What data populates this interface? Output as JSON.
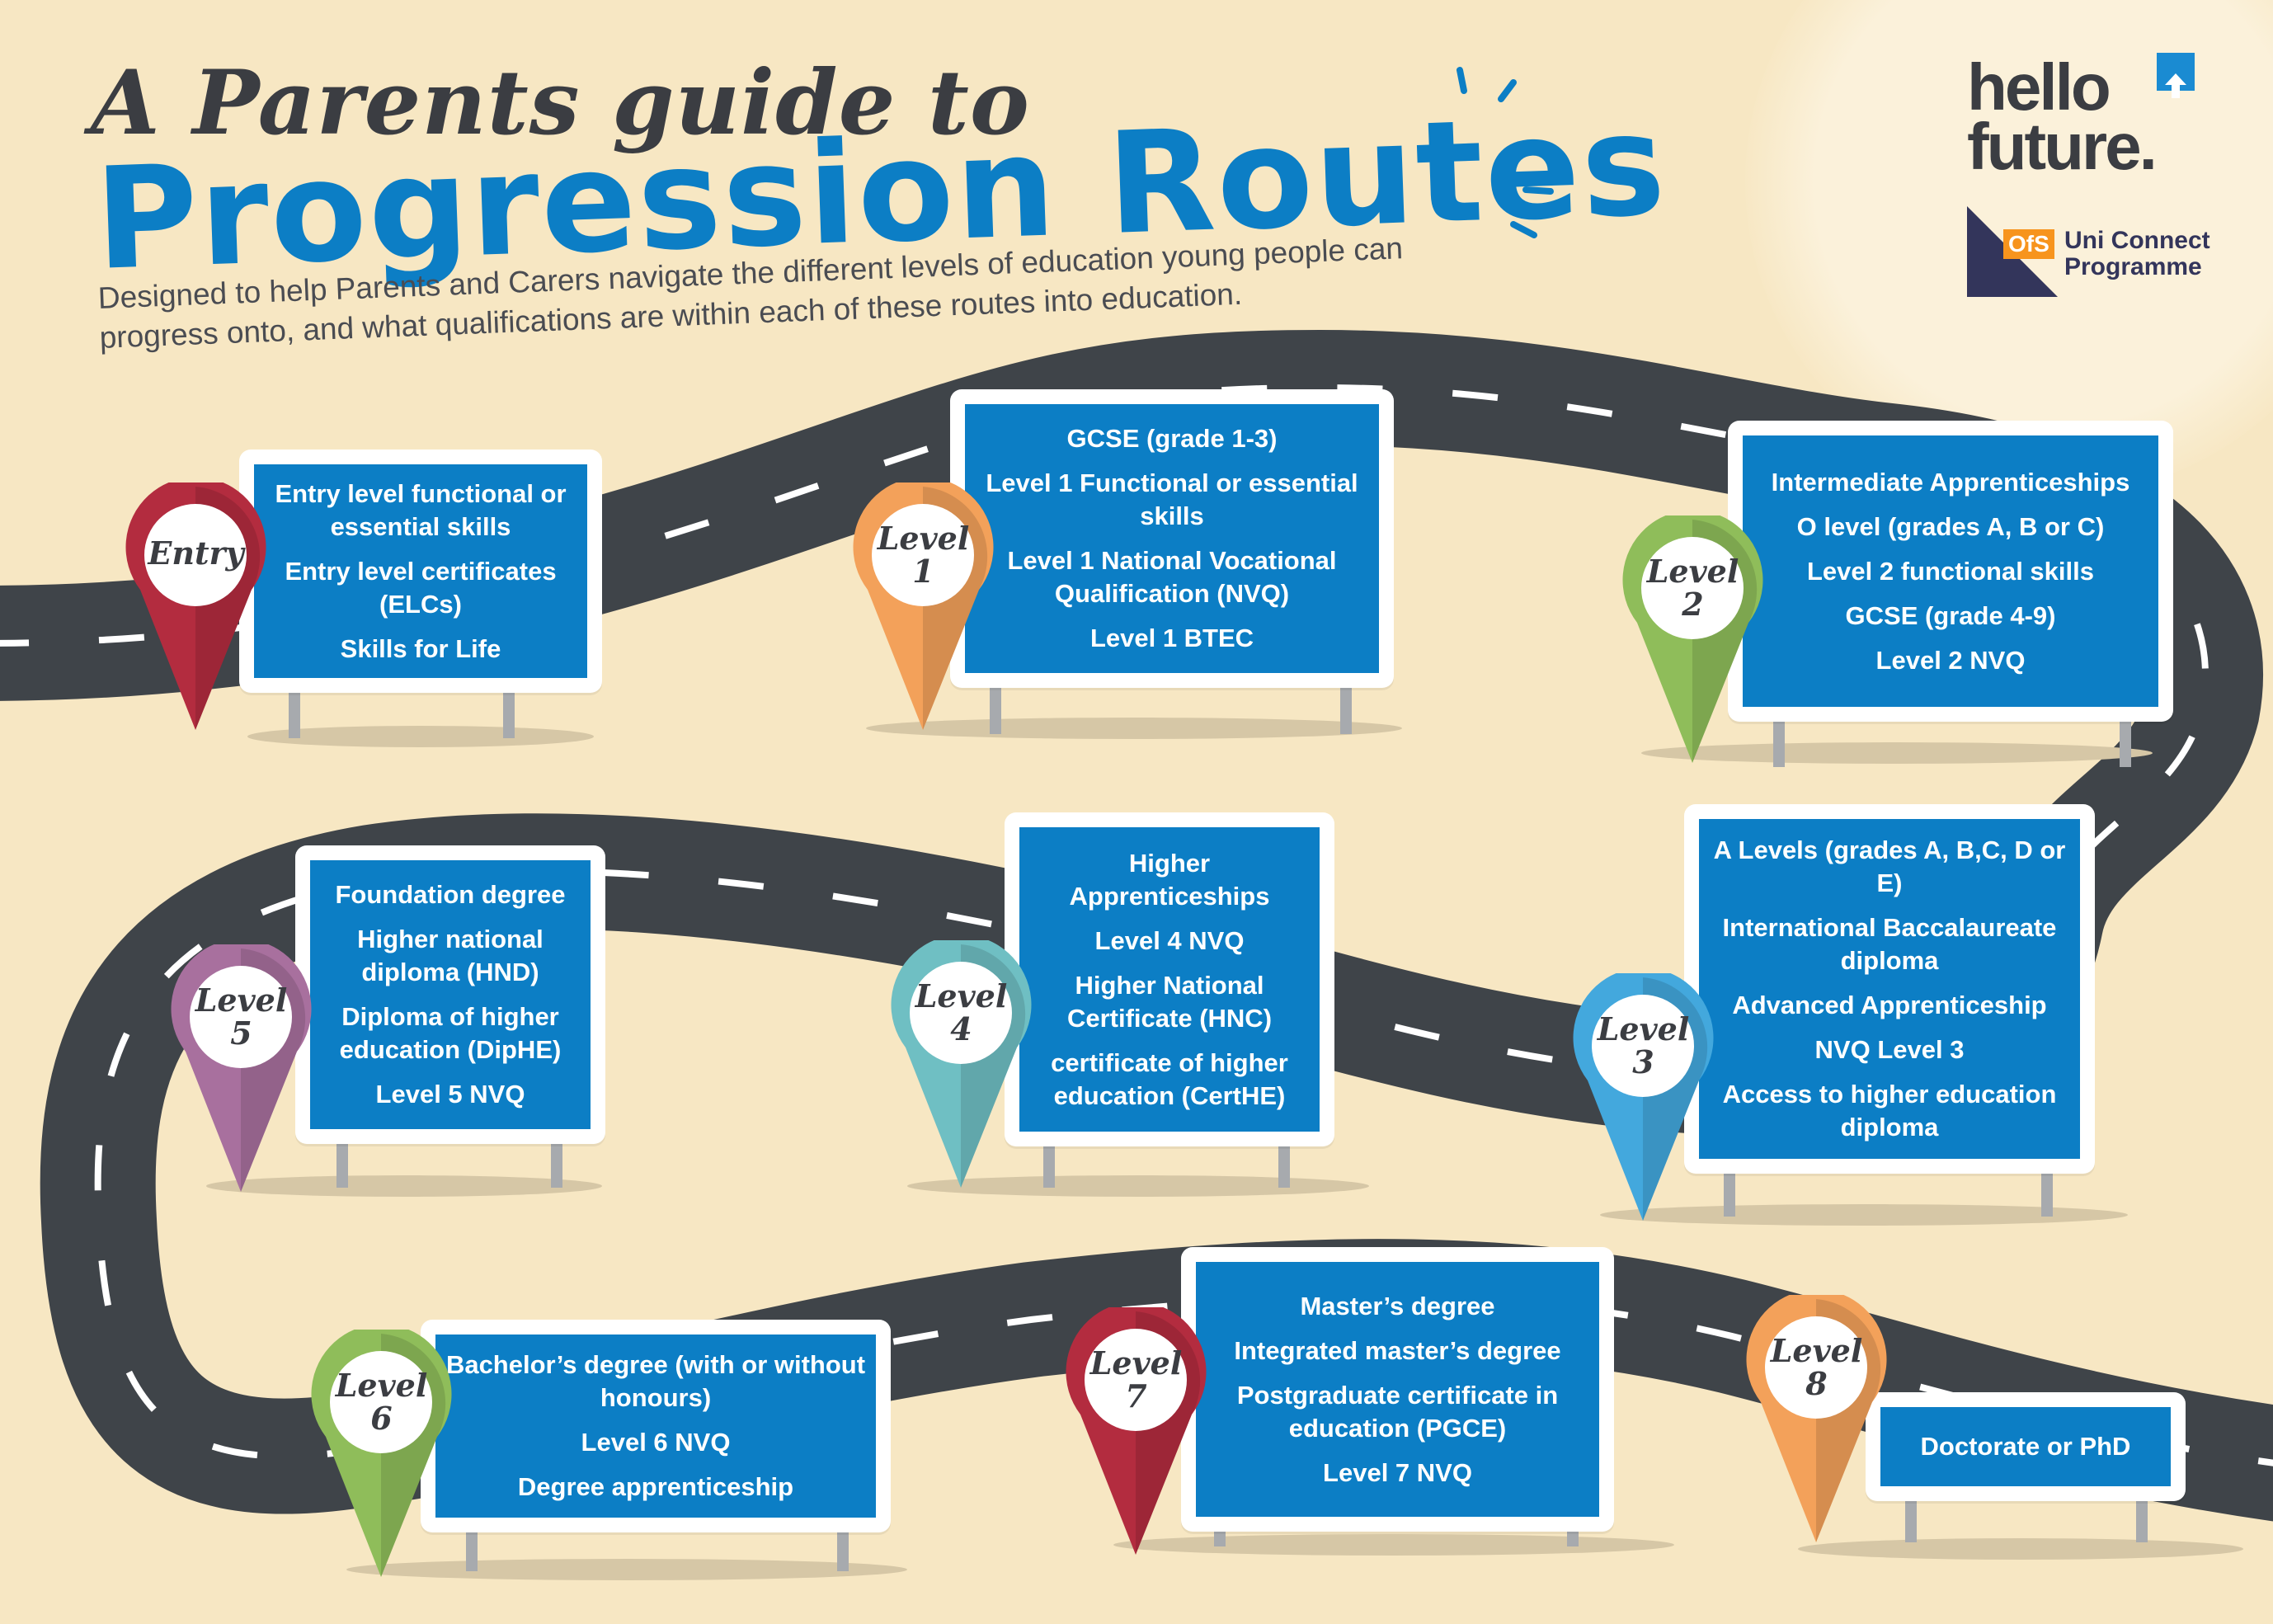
{
  "header": {
    "title_line1": "A Parents guide to",
    "title_line2": "Progression Routes",
    "subtitle": "Designed to help Parents and Carers navigate the different levels of education young people can progress onto, and what qualifications are within each of these routes into education."
  },
  "logos": {
    "hello_line1": "hello",
    "hello_line2": "future.",
    "ofs_badge": "OfS",
    "ofs_line1": "Uni Connect",
    "ofs_line2": "Programme"
  },
  "colors": {
    "background": "#f7e7c3",
    "road": "#3f4449",
    "sign_blue": "#0c7ec5",
    "pin_entry": "#b32c3f",
    "pin_1": "#f3a15a",
    "pin_2": "#8fbd5a",
    "pin_3": "#43a8dd",
    "pin_4": "#6fbfc3",
    "pin_5": "#a8709e",
    "pin_6": "#8fbd5a",
    "pin_7": "#b32c3f",
    "pin_8": "#f3a15a"
  },
  "stops": [
    {
      "pin_line1": "Entry",
      "pin_line2": "",
      "items": [
        "Entry level functional or essential skills",
        "Entry level certificates (ELCs)",
        "Skills for Life"
      ]
    },
    {
      "pin_line1": "Level",
      "pin_line2": "1",
      "items": [
        "GCSE (grade 1-3)",
        "Level 1 Functional or essential skills",
        "Level 1 National Vocational Qualification (NVQ)",
        "Level 1 BTEC"
      ]
    },
    {
      "pin_line1": "Level",
      "pin_line2": "2",
      "items": [
        "Intermediate Apprenticeships",
        "O level (grades A, B or C)",
        "Level 2 functional skills",
        "GCSE (grade 4-9)",
        "Level 2 NVQ"
      ]
    },
    {
      "pin_line1": "Level",
      "pin_line2": "3",
      "items": [
        "A Levels (grades A, B,C, D or E)",
        "International Baccalaureate diploma",
        "Advanced Apprenticeship",
        "NVQ Level 3",
        "Access to higher education diploma"
      ]
    },
    {
      "pin_line1": "Level",
      "pin_line2": "4",
      "items": [
        "Higher Apprenticeships",
        "Level 4 NVQ",
        "Higher National Certificate (HNC)",
        "certificate of higher education (CertHE)"
      ]
    },
    {
      "pin_line1": "Level",
      "pin_line2": "5",
      "items": [
        "Foundation degree",
        "Higher national diploma (HND)",
        "Diploma of higher education (DipHE)",
        "Level 5 NVQ"
      ]
    },
    {
      "pin_line1": "Level",
      "pin_line2": "6",
      "items": [
        "Bachelor’s degree (with or without honours)",
        "Level 6 NVQ",
        "Degree apprenticeship"
      ]
    },
    {
      "pin_line1": "Level",
      "pin_line2": "7",
      "items": [
        "Master’s degree",
        "Integrated master’s degree",
        "Postgraduate certificate in education (PGCE)",
        "Level 7 NVQ"
      ]
    },
    {
      "pin_line1": "Level",
      "pin_line2": "8",
      "items": [
        "Doctorate or PhD"
      ]
    }
  ]
}
